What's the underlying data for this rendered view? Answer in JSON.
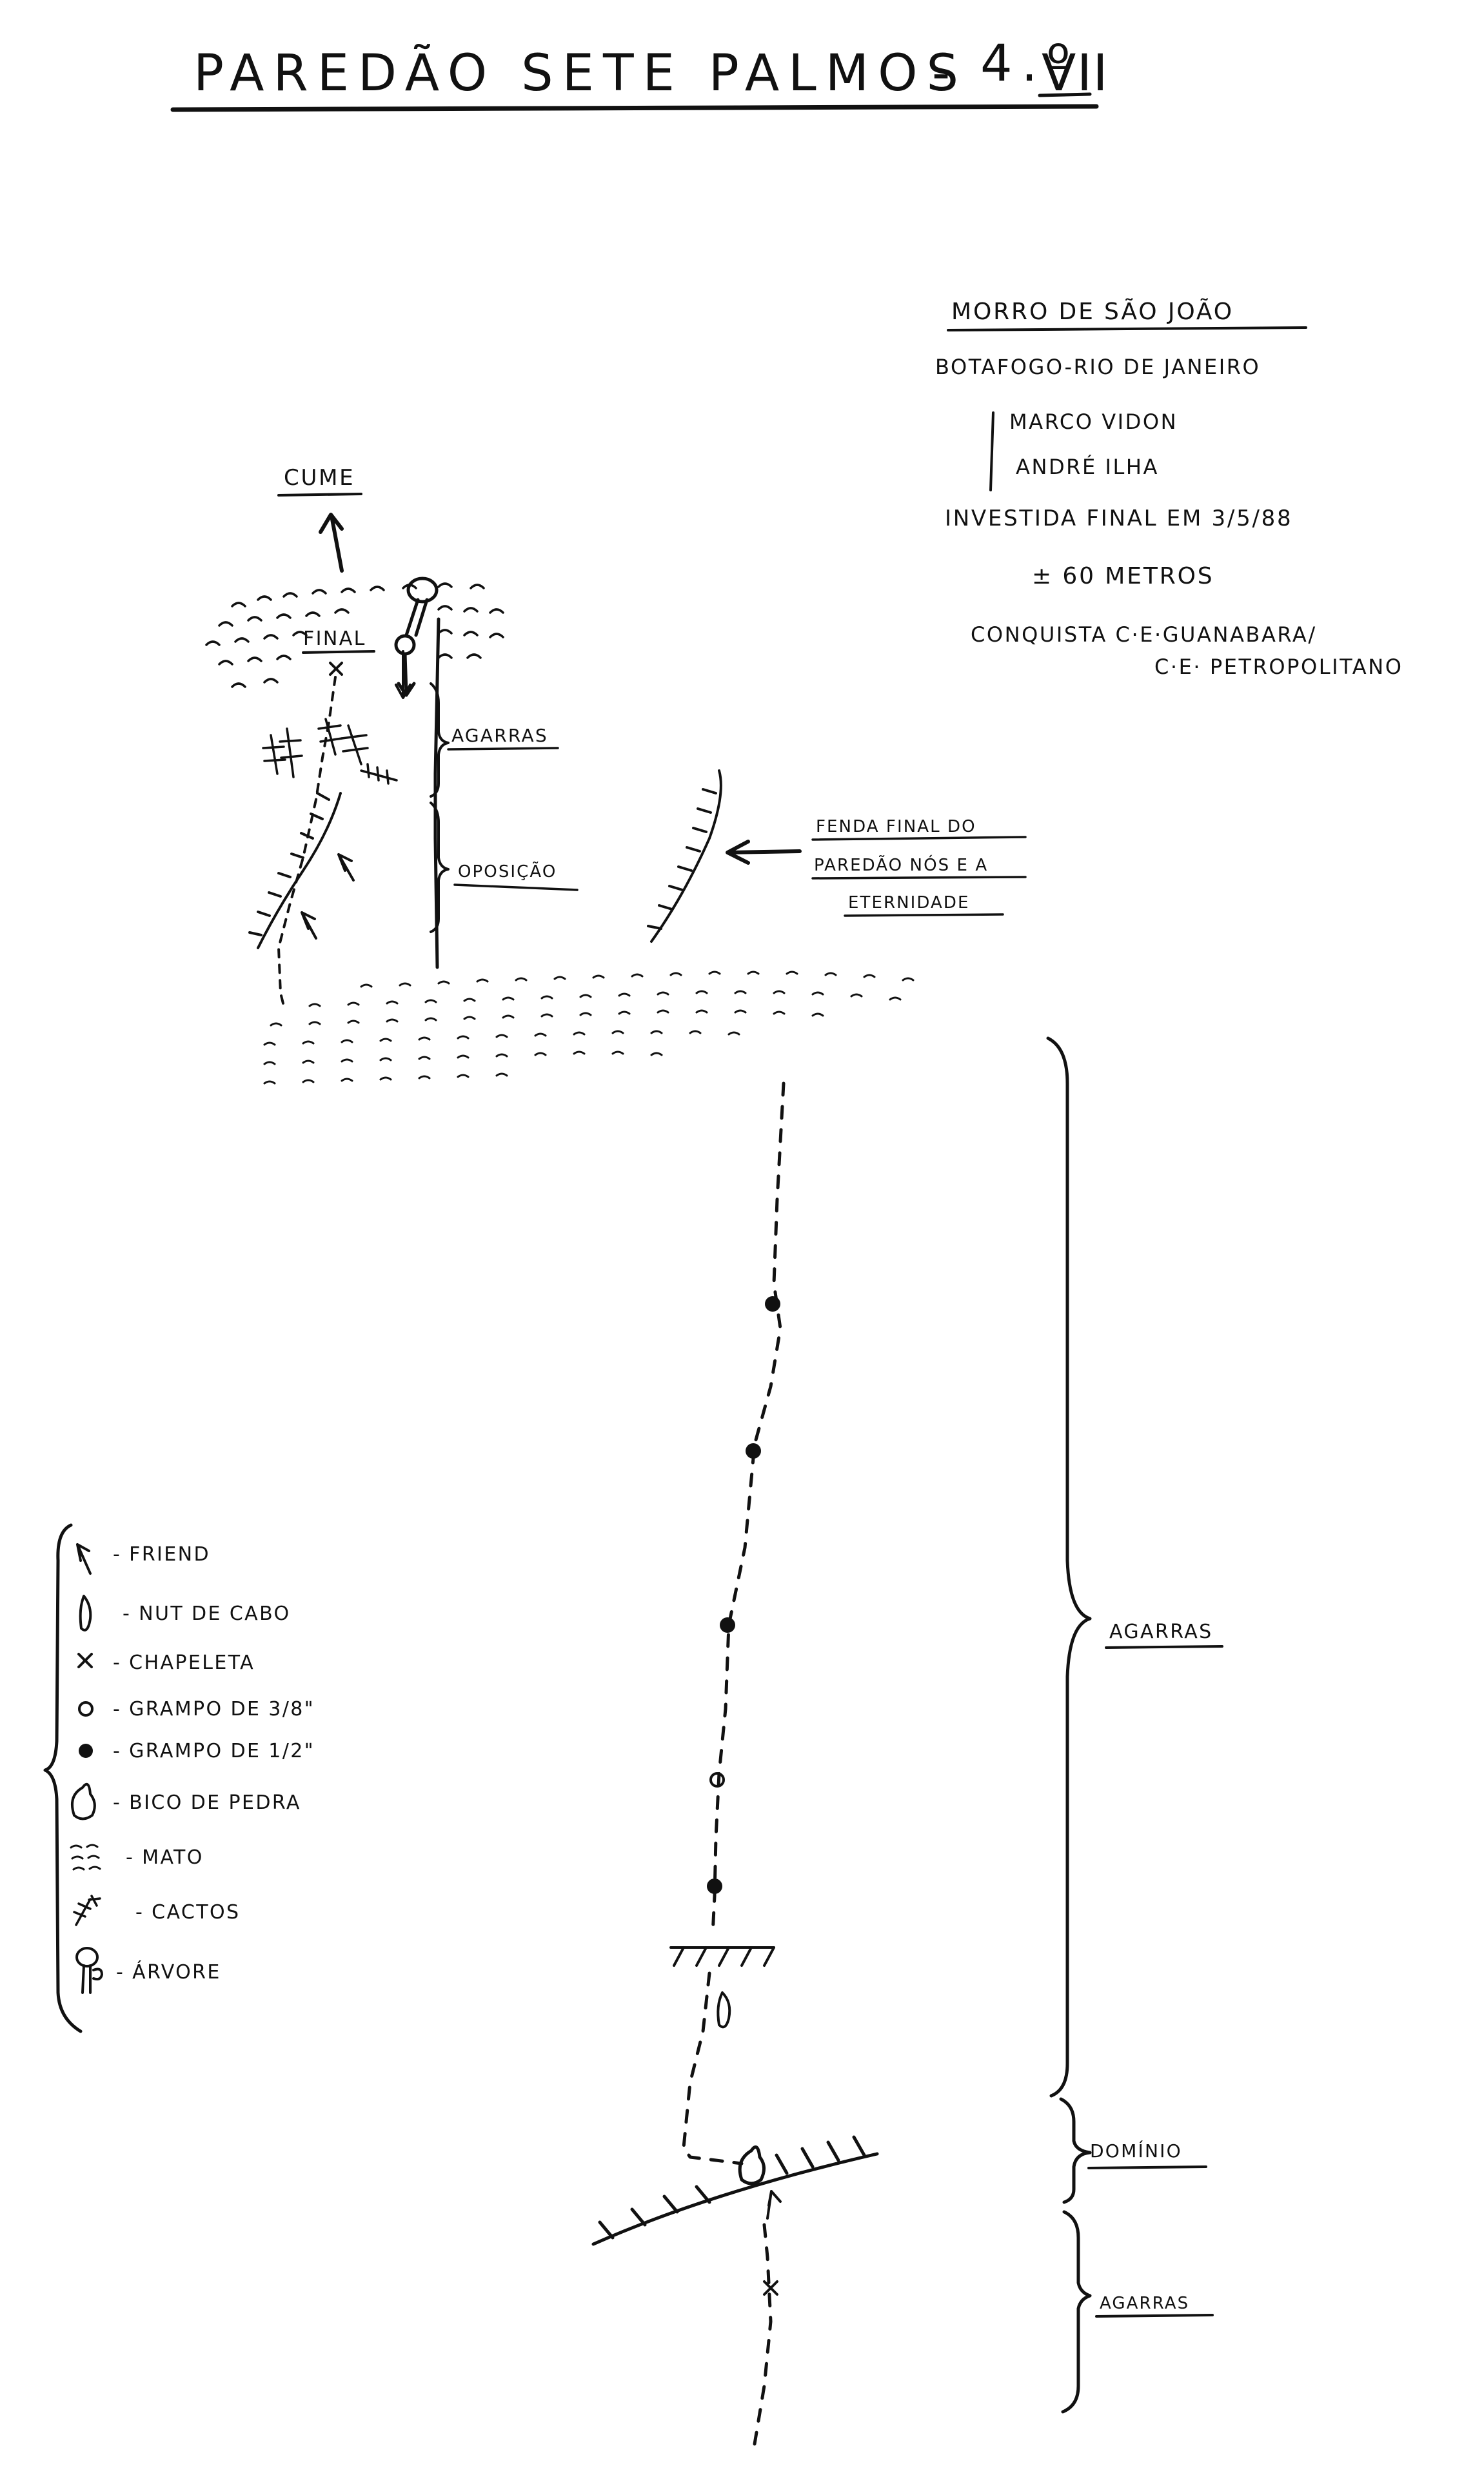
{
  "title": {
    "text": "PAREDÃO SETE PALMOS",
    "dash": "-",
    "grade_prefix": "4.º",
    "grade_suffix": "VII"
  },
  "info": {
    "location": "MORRO DE SÃO JOÃO",
    "place": "BOTAFOGO-RIO DE JANEIRO",
    "climbers": [
      "MARCO VIDON",
      "ANDRÉ ILHA"
    ],
    "final_push": "INVESTIDA FINAL EM 3/5/88",
    "length": "± 60 METROS",
    "conquest_line1": "CONQUISTA C·E·GUANABARA/",
    "conquest_line2": "C·E· PETROPOLITANO"
  },
  "route": {
    "cume": "CUME",
    "final": "FINAL",
    "agarras_upper": "AGARRAS",
    "oposicao": "OPOSIÇÃO",
    "fenda_line1": "FENDA FINAL DO",
    "fenda_line2": "PAREDÃO NÓS E A",
    "fenda_line3": "ETERNIDADE",
    "agarras_middle": "AGARRAS",
    "dominio": "DOMÍNIO",
    "agarras_lower": "AGARRAS"
  },
  "legend": {
    "items": [
      {
        "symbol": "friend-icon",
        "label": "- FRIEND"
      },
      {
        "symbol": "nut-icon",
        "label": "- NUT DE CABO"
      },
      {
        "symbol": "chapeleta-icon",
        "label": "- CHAPELETA"
      },
      {
        "symbol": "grampo-small-icon",
        "label": "- GRAMPO DE 3/8\""
      },
      {
        "symbol": "grampo-large-icon",
        "label": "- GRAMPO DE 1/2\""
      },
      {
        "symbol": "bico-icon",
        "label": "- BICO DE PEDRA"
      },
      {
        "symbol": "mato-icon",
        "label": "- MATO"
      },
      {
        "symbol": "cactos-icon",
        "label": "- CACTOS"
      },
      {
        "symbol": "arvore-icon",
        "label": "- ÁRVORE"
      }
    ]
  },
  "colors": {
    "ink": "#111111",
    "paper": "#ffffff"
  }
}
